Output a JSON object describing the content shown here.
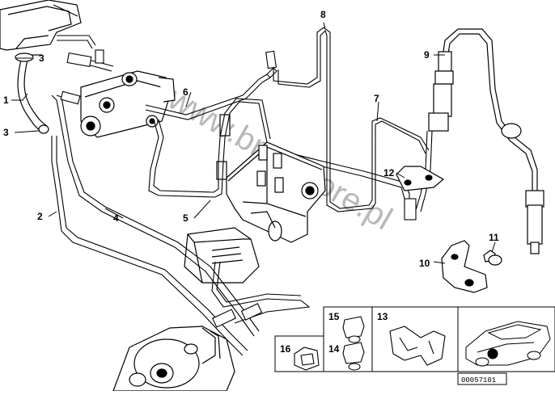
{
  "callouts": {
    "c1": "1",
    "c2": "2",
    "c3a": "3",
    "c3b": "3",
    "c4": "4",
    "c5": "5",
    "c6": "6",
    "c7": "7",
    "c8": "8",
    "c9": "9",
    "c10": "10",
    "c11": "11",
    "c12": "12",
    "c13": "13",
    "c14": "14",
    "c15": "15",
    "c16": "16"
  },
  "reference_number": "00057101",
  "watermark": "www.bmwstore.pl"
}
